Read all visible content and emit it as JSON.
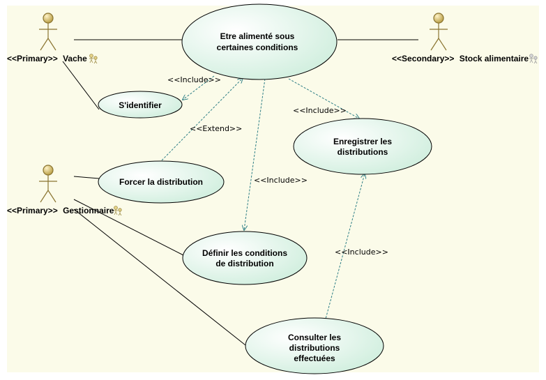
{
  "actors": {
    "vache": {
      "stereotype": "<<Primary>>",
      "name": "Vache"
    },
    "stock": {
      "stereotype": "<<Secondary>>",
      "name": "Stock alimentaire"
    },
    "gestionnaire": {
      "stereotype": "<<Primary>>",
      "name": "Gestionnaire"
    }
  },
  "use_cases": {
    "etre_alimente": {
      "line1": "Etre alimenté sous",
      "line2": "certaines conditions"
    },
    "identifier": {
      "line1": "S'identifier"
    },
    "enregistrer": {
      "line1": "Enregistrer les",
      "line2": "distributions"
    },
    "forcer": {
      "line1": "Forcer la distribution"
    },
    "definir": {
      "line1": "Définir les conditions",
      "line2": "de distribution"
    },
    "consulter": {
      "line1": "Consulter les",
      "line2": "distributions",
      "line3": "effectuées"
    }
  },
  "relations": {
    "include_identifier": "<<Include>>",
    "include_enregistrer": "<<Include>>",
    "extend_forcer": "<<Extend>>",
    "include_definir": "<<Include>>",
    "include_consulter": "<<Include>>"
  },
  "colors": {
    "background": "#fbfbe9",
    "usecase_fill": "#e4f7ea",
    "usecase_stroke": "#000000",
    "dependency": "#2e7f86",
    "actor_fill": "#d9c37a",
    "actor_stroke": "#8a7430"
  }
}
